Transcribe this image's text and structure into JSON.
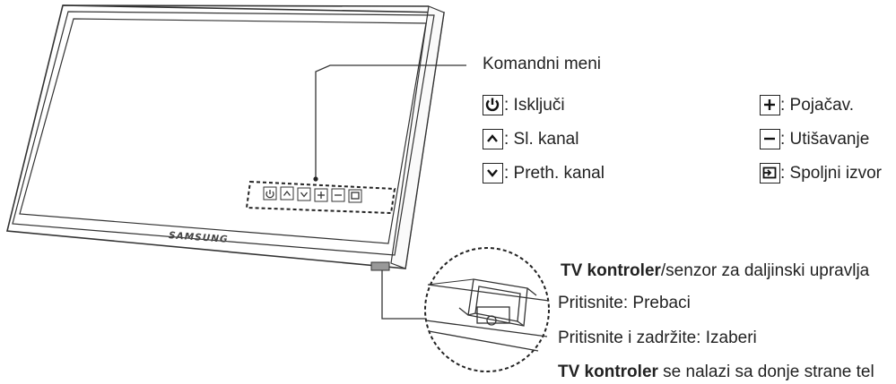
{
  "brand": "SAMSUNG",
  "menu_title": "Komandni meni",
  "legend": [
    {
      "icon": "power-icon",
      "label": ": Isključi"
    },
    {
      "icon": "chevron-up-icon",
      "label": ": Sl. kanal"
    },
    {
      "icon": "chevron-down-icon",
      "label": ": Preth. kanal"
    },
    {
      "icon": "plus-icon",
      "label": ": Pojačav."
    },
    {
      "icon": "minus-icon",
      "label": ": Utišavanje"
    },
    {
      "icon": "source-icon",
      "label": ": Spoljni izvor"
    }
  ],
  "controller": {
    "line1_bold": "TV kontroler",
    "line1_rest": "/senzor za daljinski upravlja",
    "press": "Pritisnite: Prebaci",
    "press_hold": "Pritisnite i zadržite: Izaberi",
    "line4_bold": "TV kontroler",
    "line4_rest": " se nalazi sa donje strane tel"
  }
}
